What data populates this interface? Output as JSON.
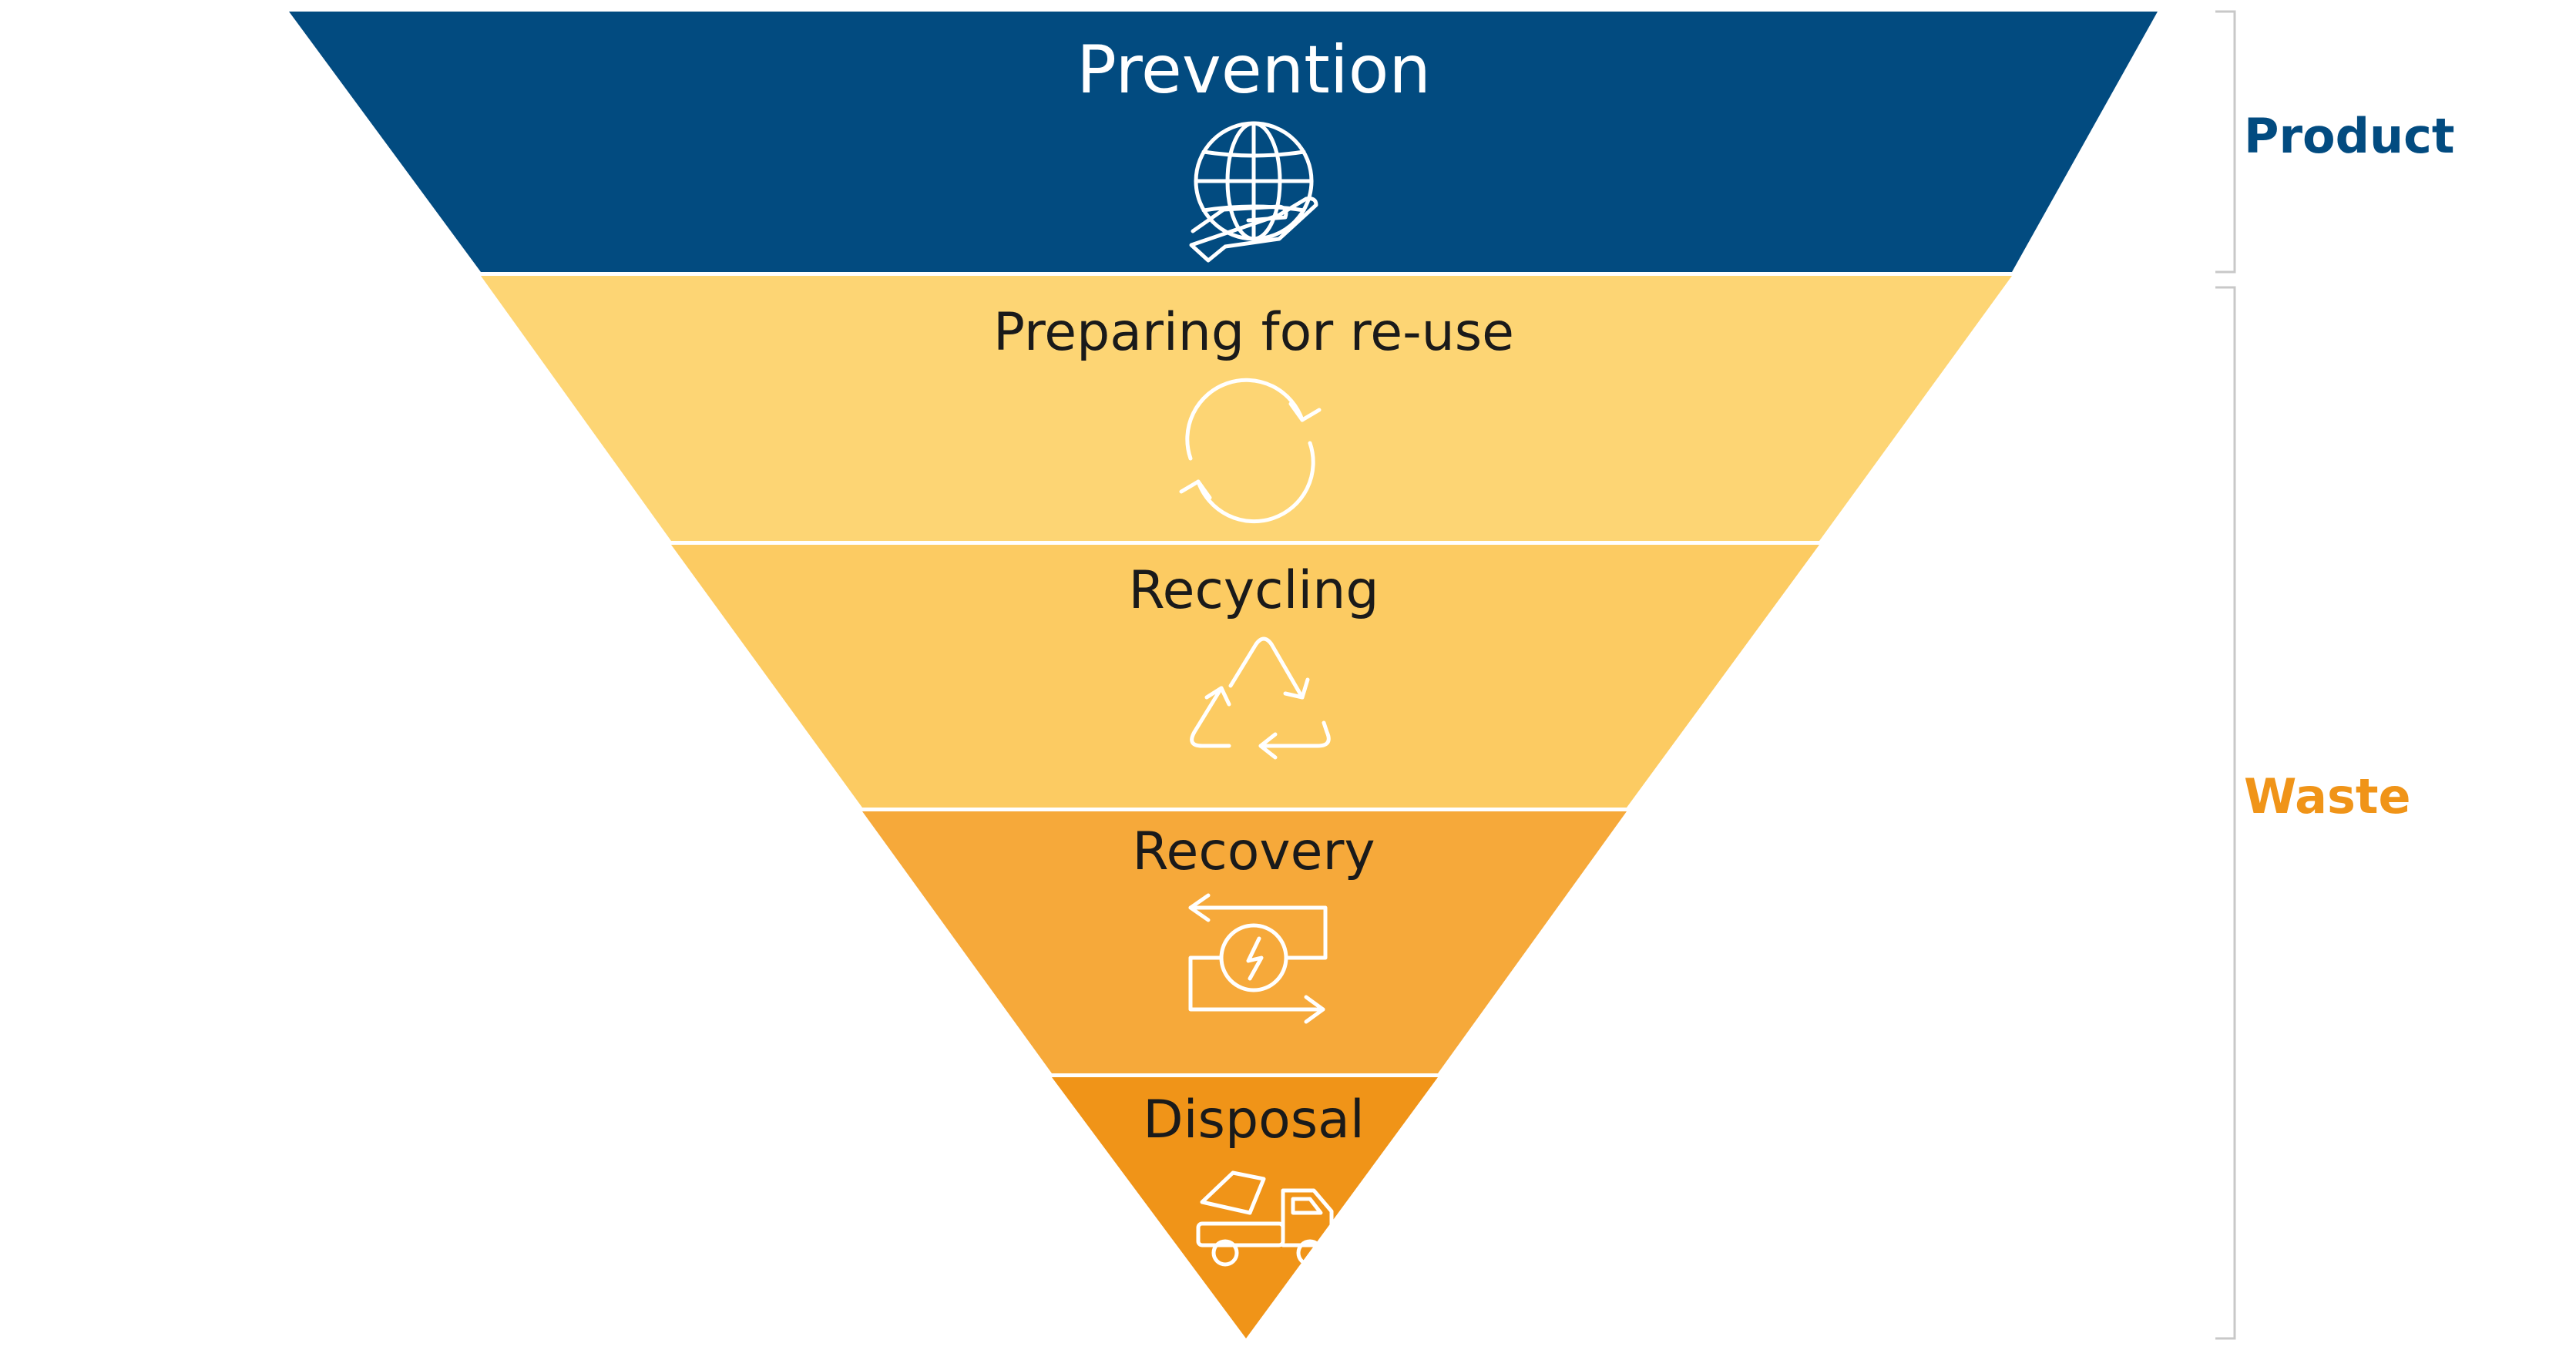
{
  "diagram": {
    "tiers": [
      {
        "name": "Prevention",
        "color": "#024b80",
        "text_color": "#ffffff",
        "icon": "globe-in-hand-icon"
      },
      {
        "name": "Preparing for re-use",
        "color": "#fdd574",
        "text_color": "#1a1a1a",
        "icon": "refresh-cycle-icon"
      },
      {
        "name": "Recycling",
        "color": "#fccb62",
        "text_color": "#1a1a1a",
        "icon": "recycle-triangle-icon"
      },
      {
        "name": "Recovery",
        "color": "#f6a93a",
        "text_color": "#1a1a1a",
        "icon": "energy-recovery-icon"
      },
      {
        "name": "Disposal",
        "color": "#f09418",
        "text_color": "#1a1a1a",
        "icon": "dump-truck-icon"
      }
    ],
    "groups": [
      {
        "label": "Product",
        "color": "#024b80"
      },
      {
        "label": "Waste",
        "color": "#f09418"
      }
    ],
    "icon_color": "#ffffff",
    "bracket_color": "#c8c8c8"
  }
}
